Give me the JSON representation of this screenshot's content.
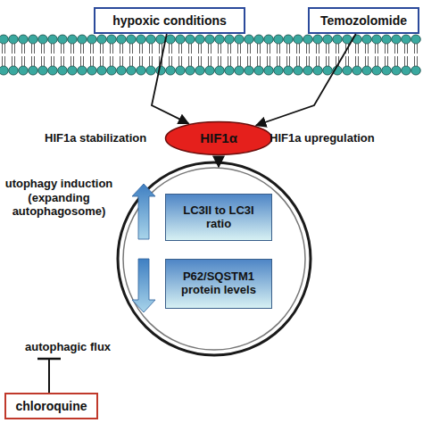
{
  "diagram": {
    "nodes": [
      {
        "text": [
          "hypoxic conditions"
        ]
      },
      {
        "text": [
          "Temozolomide"
        ]
      },
      {
        "text": [
          "HIF1α"
        ]
      },
      {
        "text": [
          "LC3II to LC3I ratio"
        ]
      },
      {
        "text": [
          "P62/SQSTM1 protein levels"
        ]
      },
      {
        "text": [
          "chloroquine"
        ]
      }
    ],
    "edges": [
      {
        "from": 0,
        "to": 2,
        "arrow": "to"
      },
      {
        "from": 1,
        "to": 2,
        "arrow": "to"
      }
    ],
    "labels": [
      "HIF1a stabilization",
      "HIF1a upregulation",
      "utophagy induction (expanding autophagosome)",
      "autophagic flux"
    ]
  }
}
